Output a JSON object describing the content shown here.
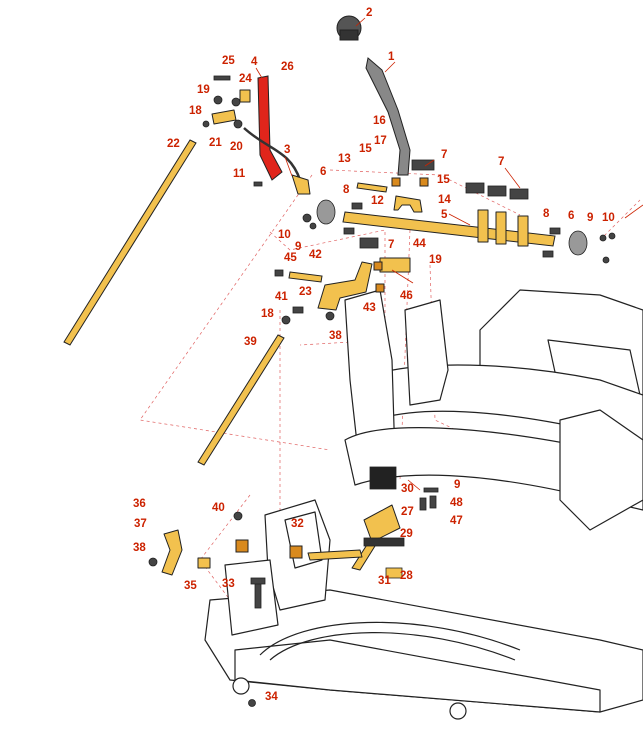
{
  "colors": {
    "callout": "#cc2200",
    "part_yellow": "#f2c14e",
    "part_red": "#e0251b",
    "outline": "#222222",
    "dashed": "#e06060",
    "bushing": "#d98a1e",
    "frame": "#ffffff"
  },
  "callouts": {
    "c1": "1",
    "c2": "2",
    "c3": "3",
    "c4": "4",
    "c5": "5",
    "c6a": "6",
    "c6b": "6",
    "c7a": "7",
    "c7b": "7",
    "c7c": "7",
    "c8a": "8",
    "c8b": "8",
    "c9a": "9",
    "c9b": "9",
    "c9c": "9",
    "c10a": "10",
    "c10b": "10",
    "c11": "11",
    "c12": "12",
    "c13": "13",
    "c14": "14",
    "c15a": "15",
    "c15b": "15",
    "c16": "16",
    "c17": "17",
    "c18a": "18",
    "c18b": "18",
    "c19a": "19",
    "c19b": "19",
    "c20": "20",
    "c21": "21",
    "c22": "22",
    "c23": "23",
    "c24": "24",
    "c25": "25",
    "c26": "26",
    "c27": "27",
    "c28": "28",
    "c29": "29",
    "c30": "30",
    "c31": "31",
    "c32": "32",
    "c33": "33",
    "c34": "34",
    "c35": "35",
    "c36": "36",
    "c37": "37",
    "c38a": "38",
    "c38b": "38",
    "c39": "39",
    "c40": "40",
    "c41": "41",
    "c42": "42",
    "c43": "43",
    "c44": "44",
    "c45": "45",
    "c46": "46",
    "c47": "47",
    "c48": "48"
  }
}
